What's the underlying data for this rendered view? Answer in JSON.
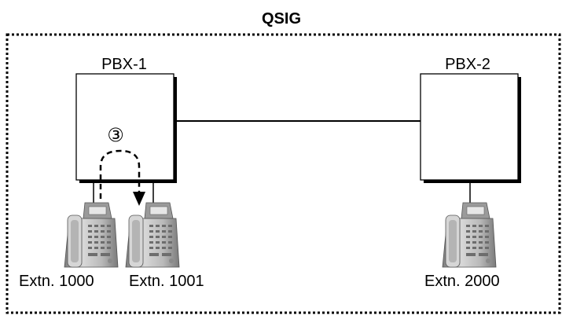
{
  "title": "QSIG",
  "pbx1": {
    "label": "PBX-1"
  },
  "pbx2": {
    "label": "PBX-2"
  },
  "step_marker": "③",
  "extensions": [
    {
      "label": "Extn. 1000"
    },
    {
      "label": "Extn. 1001"
    },
    {
      "label": "Extn. 2000"
    }
  ],
  "colors": {
    "line": "#000000",
    "phone_body": "#c8c8c8",
    "phone_shade": "#8a8a8a",
    "background": "#ffffff"
  },
  "icons": {
    "phone": "desk-phone-icon"
  }
}
